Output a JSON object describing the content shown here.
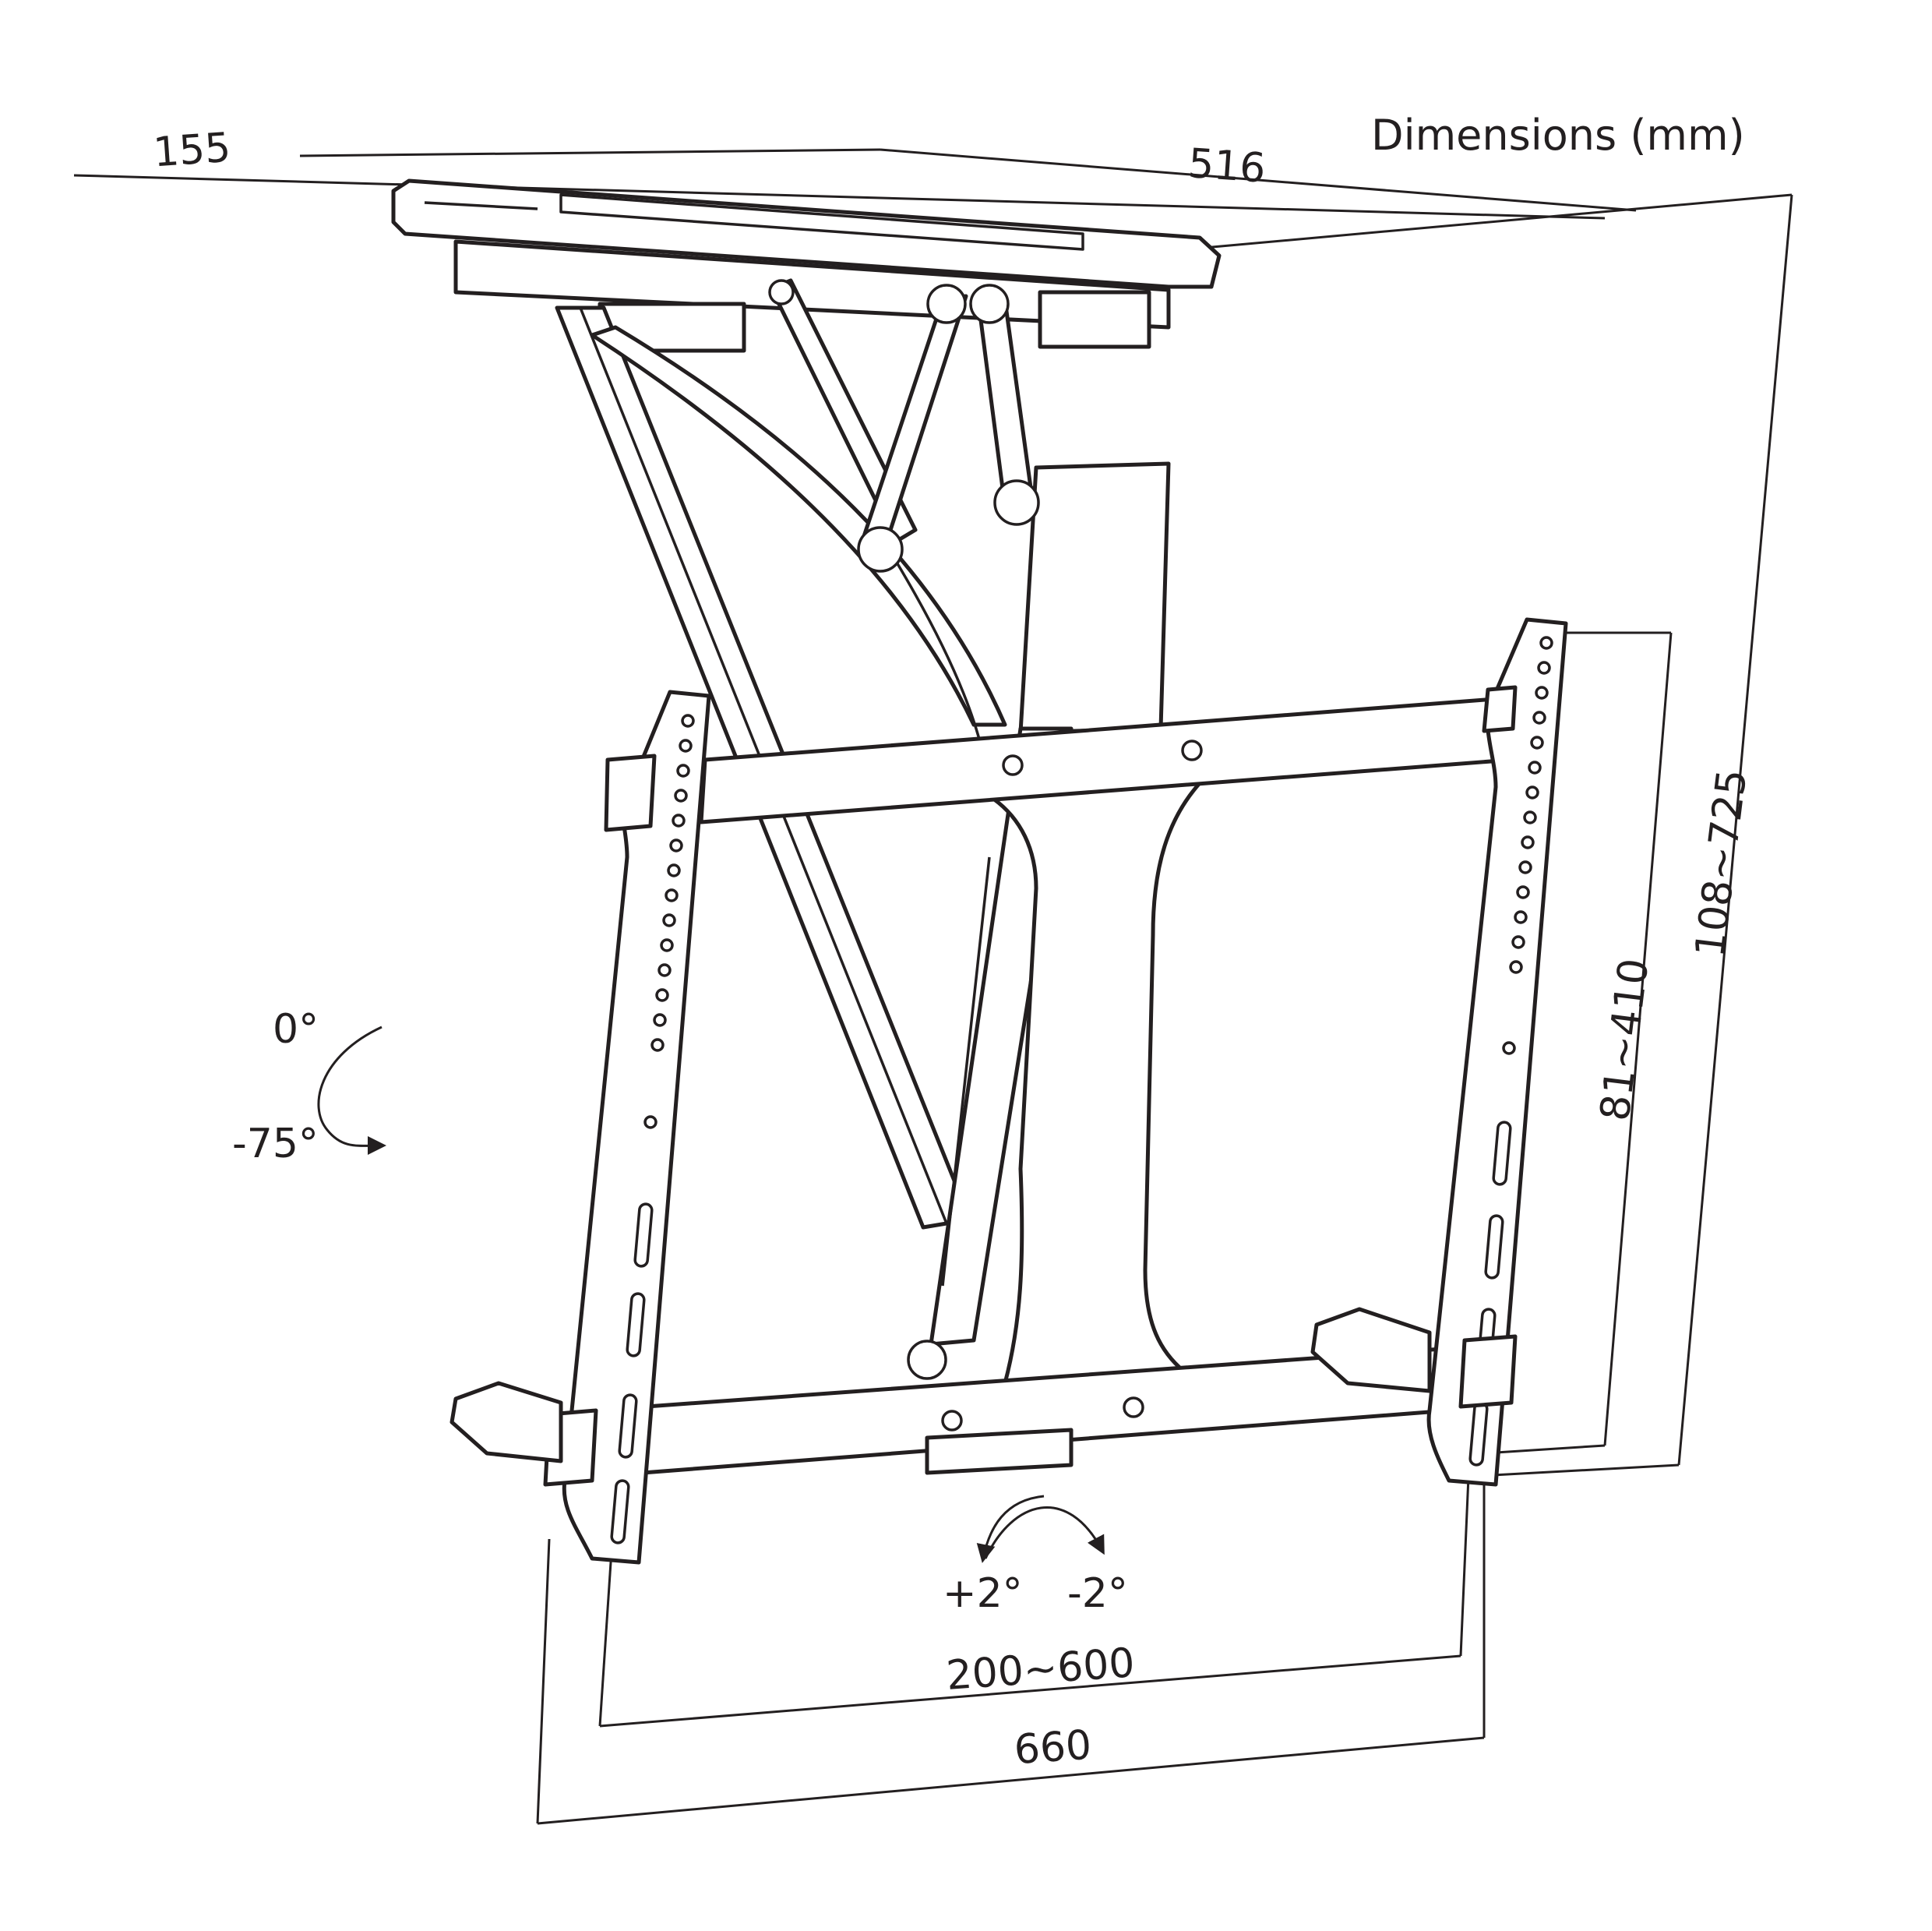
{
  "title": "Dimensions (mm)",
  "colors": {
    "line": "#231f20",
    "background": "#ffffff"
  },
  "dimensions": {
    "depth": "155",
    "width_top": "516",
    "height_total": "108~725",
    "vesa_vertical": "81~410",
    "vesa_horizontal": "200~600",
    "width_bottom": "660"
  },
  "rotation": {
    "tilt_top": "0°",
    "tilt_bottom": "-75°",
    "level_left": "+2°",
    "level_right": "-2°"
  }
}
